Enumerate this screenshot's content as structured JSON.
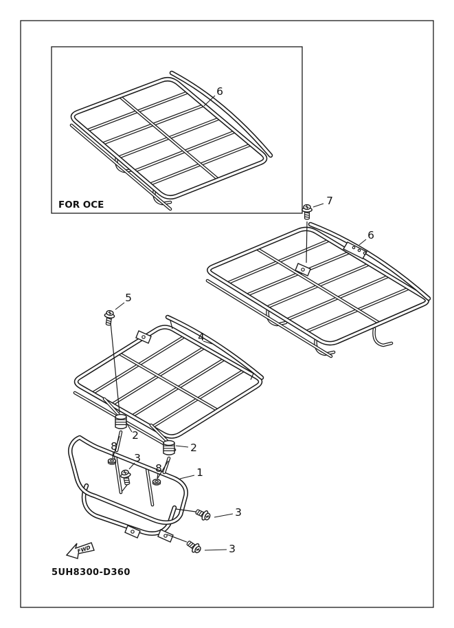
{
  "colors": {
    "ink": "#1a1a1a",
    "paper": "#ffffff"
  },
  "oce_box": {
    "label": "FOR OCE"
  },
  "fwd_marker": {
    "label": "FWD"
  },
  "footer": {
    "drawing_code": "5UH8300-D360"
  },
  "callouts": [
    {
      "label": "6"
    },
    {
      "label": "7"
    },
    {
      "label": "6"
    },
    {
      "label": "5"
    },
    {
      "label": "4"
    },
    {
      "label": "2"
    },
    {
      "label": "2"
    },
    {
      "label": "8"
    },
    {
      "label": "3"
    },
    {
      "label": "8"
    },
    {
      "label": "1"
    },
    {
      "label": "3"
    },
    {
      "label": "3"
    }
  ]
}
